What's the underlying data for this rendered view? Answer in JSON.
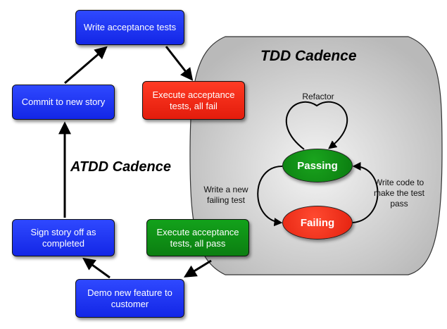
{
  "atdd": {
    "title": "ATDD Cadence",
    "write_tests": "Write acceptance tests",
    "exec_fail": "Execute acceptance tests, all fail",
    "commit": "Commit to new story",
    "sign_off": "Sign story off as completed",
    "exec_pass": "Execute acceptance tests, all pass",
    "demo": "Demo new feature to customer"
  },
  "tdd": {
    "title": "TDD Cadence",
    "passing": "Passing",
    "failing": "Failing",
    "refactor": "Refactor",
    "write_failing_test": "Write a new failing test",
    "write_code": "Write code to make the test pass"
  },
  "colors": {
    "story_box": "#1f36f5",
    "fail_box": "#f52a16",
    "pass_box": "#108a16",
    "tdd_panel": "#d4d4d4"
  }
}
